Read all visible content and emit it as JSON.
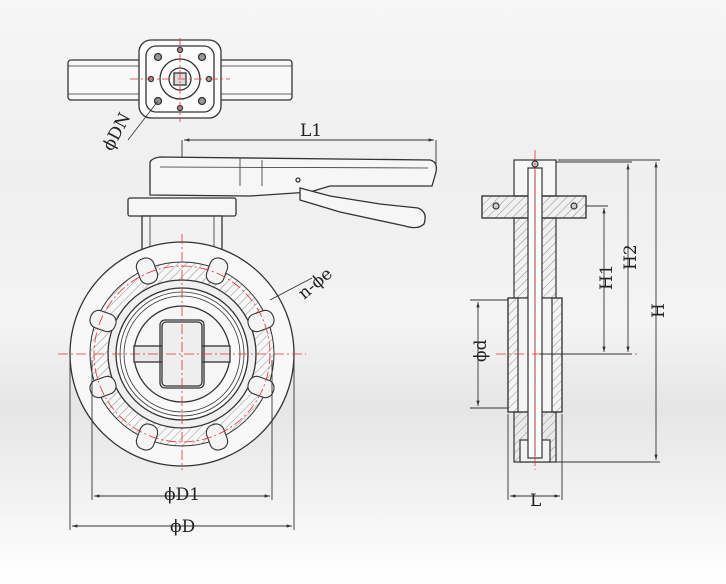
{
  "labels": {
    "dn": "ϕDN",
    "l1": "L1",
    "ne": "n-ϕe",
    "d1": "ϕD1",
    "d_outer": "ϕD",
    "d_small": "ϕd",
    "h1": "H1",
    "h2": "H2",
    "h": "H",
    "l": "L"
  },
  "colors": {
    "line": "#333333",
    "centerline": "#e03030",
    "hatch": "#666666"
  }
}
